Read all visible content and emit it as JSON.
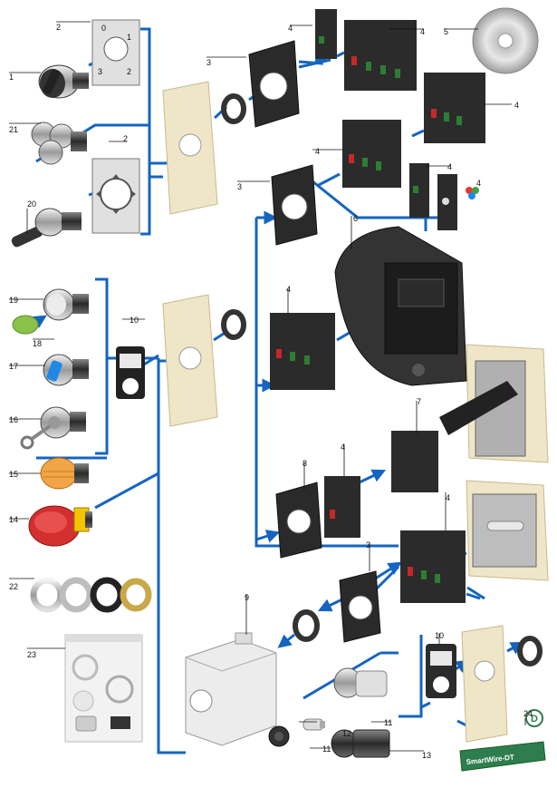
{
  "labels": {
    "l1": "1",
    "l2a": "2",
    "l2b": "2",
    "l3a": "3",
    "l3b": "3",
    "l3c": "3",
    "l4a": "4",
    "l4b": "4",
    "l4c": "4",
    "l4d": "4",
    "l4e": "4",
    "l4f": "4",
    "l4g": "4",
    "l4h": "4",
    "l4i": "4",
    "l5": "5",
    "l6": "6",
    "l7": "7",
    "l8": "8",
    "l9": "9",
    "l10a": "10",
    "l10b": "10",
    "l11a": "11",
    "l11b": "11",
    "l12": "12",
    "l13": "13",
    "l14": "14",
    "l15": "15",
    "l16": "16",
    "l17": "17",
    "l18": "18",
    "l19": "19",
    "l20": "20",
    "l21": "21",
    "l22": "22",
    "l23": "23",
    "l24": "24"
  },
  "product_text": {
    "smartwire": "SmartWire-DT",
    "smartwire_logo": "D"
  },
  "colors": {
    "connector": "#1565c0",
    "contact_block": "#2b2b2b",
    "red_button": "#d32f2f",
    "yellow_base": "#f5c400",
    "amber_lens": "#f2a545",
    "green_lens": "#8bc34a",
    "blue_selector": "#1e88e5",
    "panel_beige": "#efe6c8",
    "smartwire_green": "#2e7d4f"
  }
}
